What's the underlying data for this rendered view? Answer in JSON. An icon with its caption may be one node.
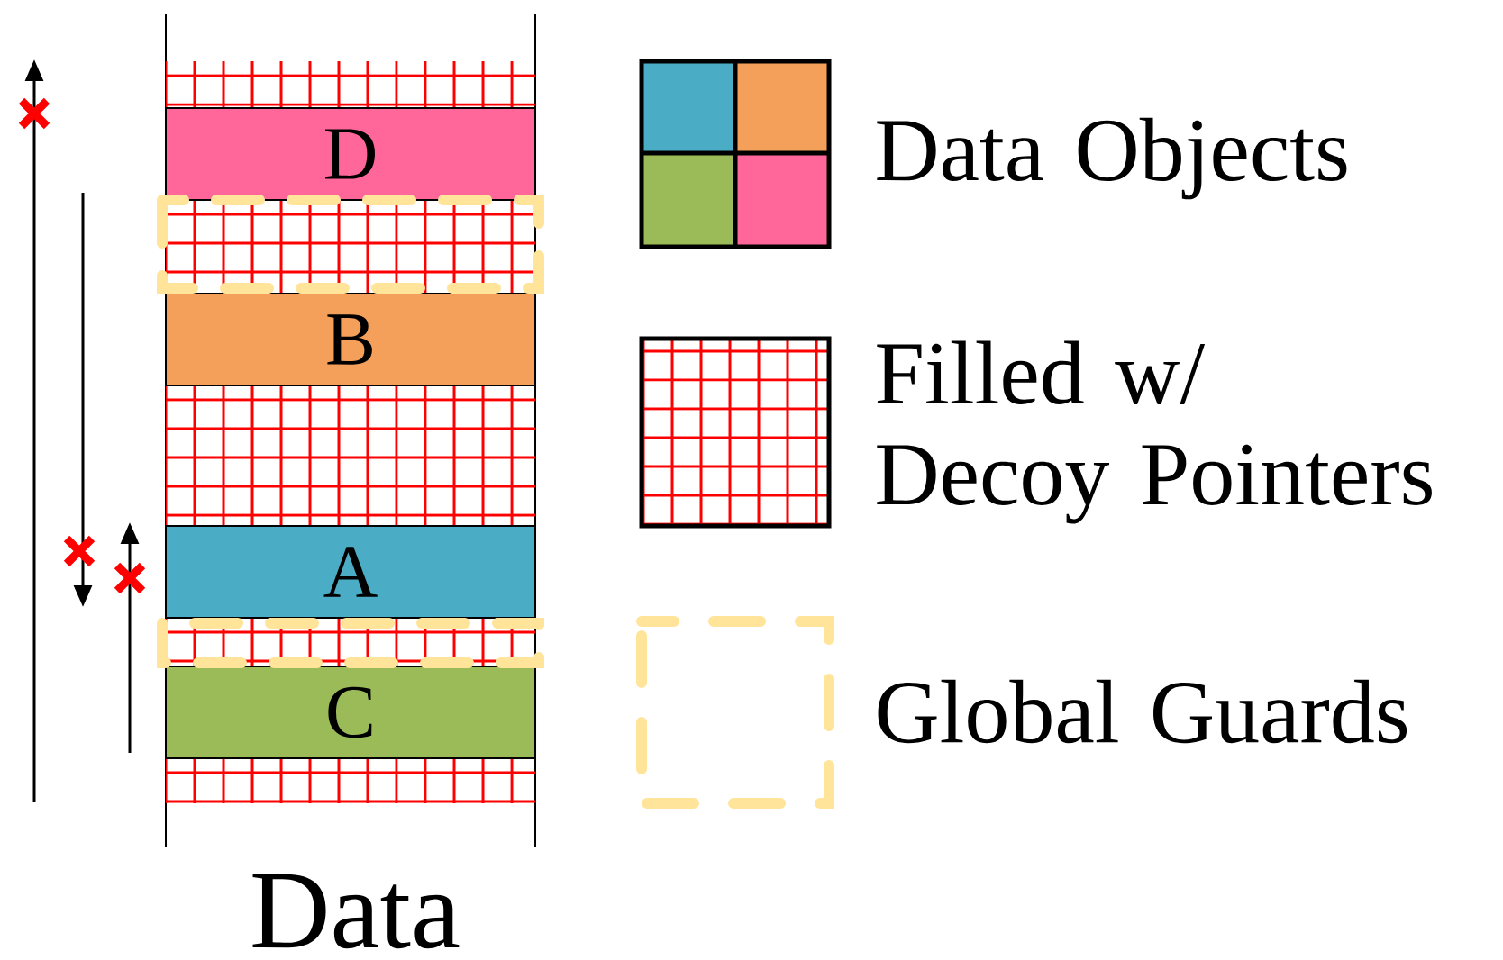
{
  "diagram": {
    "nodes": [
      {
        "text": [
          "D"
        ]
      },
      {
        "text": [
          "B"
        ]
      },
      {
        "text": [
          "A"
        ]
      },
      {
        "text": [
          "C"
        ]
      }
    ],
    "labels": [
      "Data"
    ],
    "legend": [
      {
        "text": "Data Objects"
      },
      {
        "text": "Filled w/ Decoy Pointers"
      },
      {
        "text": "Global Guards"
      }
    ]
  }
}
